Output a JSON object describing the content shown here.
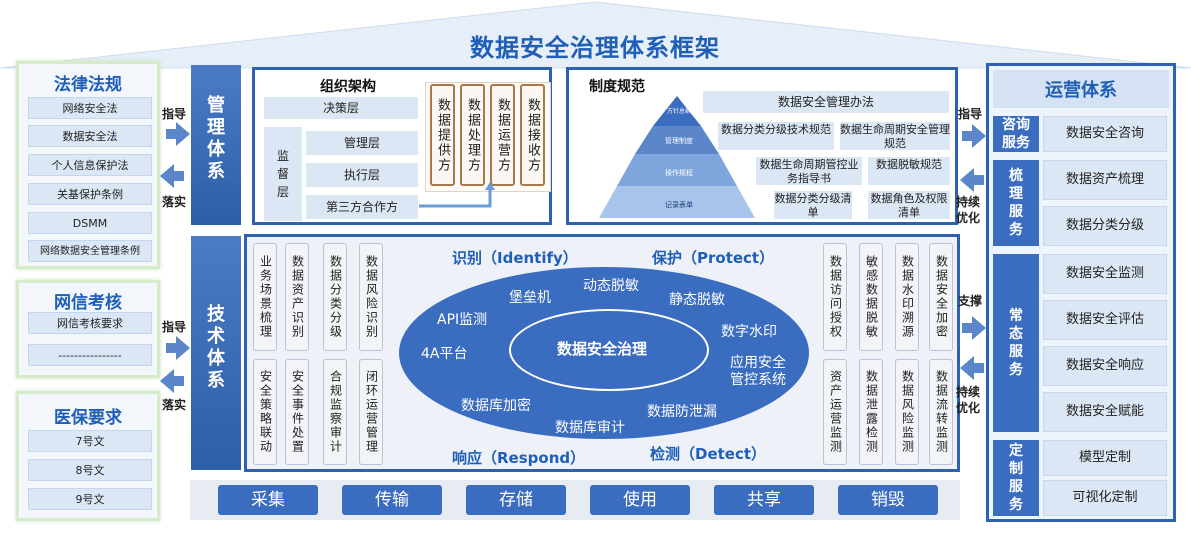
{
  "title": "数据安全治理体系框架",
  "law_panel": {
    "heading": "法律法规",
    "items": [
      "网络安全法",
      "数据安全法",
      "个人信息保护法",
      "关基保护条例",
      "DSMM",
      "网络数据安全管理条例"
    ]
  },
  "cac_panel": {
    "heading": "网信考核",
    "items": [
      "网信考核要求",
      "----------------"
    ]
  },
  "medical_panel": {
    "heading": "医保要求",
    "items": [
      "7号文",
      "8号文",
      "9号文"
    ]
  },
  "left_arrows": {
    "guide_1": "指导",
    "implement_1": "落实",
    "guide_2": "指导",
    "implement_2": "落实"
  },
  "mgmt_band": "管理体系",
  "tech_band": "技术体系",
  "org": {
    "title": "组织架构",
    "decision": "决策层",
    "supervision": "监督层",
    "management": "管理层",
    "execution": "执行层",
    "third_party": "第三方合作方",
    "parties": [
      "数据提供方",
      "数据处理方",
      "数据运营方",
      "数据接收方"
    ]
  },
  "policy": {
    "title": "制度规范",
    "pyramid_levels": [
      "方针总纲",
      "管理制度",
      "操作规程",
      "记录表单"
    ],
    "items": [
      "数据安全管理办法",
      "数据分类分级技术规范",
      "数据生命周期安全管理规范",
      "数据生命周期管控业务指导书",
      "数据脱敏规范",
      "数据分类分级清单",
      "数据角色及权限清单"
    ]
  },
  "tech": {
    "left_top": [
      "业务场景梳理",
      "数据资产识别",
      "数据分类分级",
      "数据风险识别"
    ],
    "left_bottom": [
      "安全策略联动",
      "安全事件处置",
      "合规监察审计",
      "闭环运营管理"
    ],
    "right_top": [
      "数据访问授权",
      "敏感数据脱敏",
      "数据水印溯源",
      "数据安全加密"
    ],
    "right_bottom": [
      "资产运营监测",
      "数据泄露检测",
      "数据风险监测",
      "数据流转监测"
    ],
    "quadrants": {
      "identify": "识别（Identify）",
      "protect": "保护（Protect）",
      "respond": "响应（Respond）",
      "detect": "检测（Detect）"
    },
    "core": "数据安全治理",
    "ellipse_items": [
      "动态脱敏",
      "堡垒机",
      "静态脱敏",
      "API监测",
      "数字水印",
      "4A平台",
      "应用安全管控系统",
      "数据库加密",
      "数据防泄漏",
      "数据库审计"
    ]
  },
  "lifecycle": [
    "采集",
    "传输",
    "存储",
    "使用",
    "共享",
    "销毁"
  ],
  "right_arrows": {
    "guide": "指导",
    "optimize_1": "持续优化",
    "support": "支撑",
    "optimize_2": "持续优化"
  },
  "ops": {
    "heading": "运营体系",
    "groups": [
      {
        "label": "咨询服务",
        "items": [
          "数据安全咨询"
        ]
      },
      {
        "label": "梳理服务",
        "items": [
          "数据资产梳理",
          "数据分类分级"
        ]
      },
      {
        "label": "常态服务",
        "items": [
          "数据安全监测",
          "数据安全评估",
          "数据安全响应",
          "数据安全赋能"
        ]
      },
      {
        "label": "定制服务",
        "items": [
          "模型定制",
          "可视化定制"
        ]
      }
    ]
  },
  "colors": {
    "primary": "#3a6cc0",
    "title": "#1f5fb8",
    "band": "#2d62b0",
    "panel_border": "#d6ebc9"
  }
}
